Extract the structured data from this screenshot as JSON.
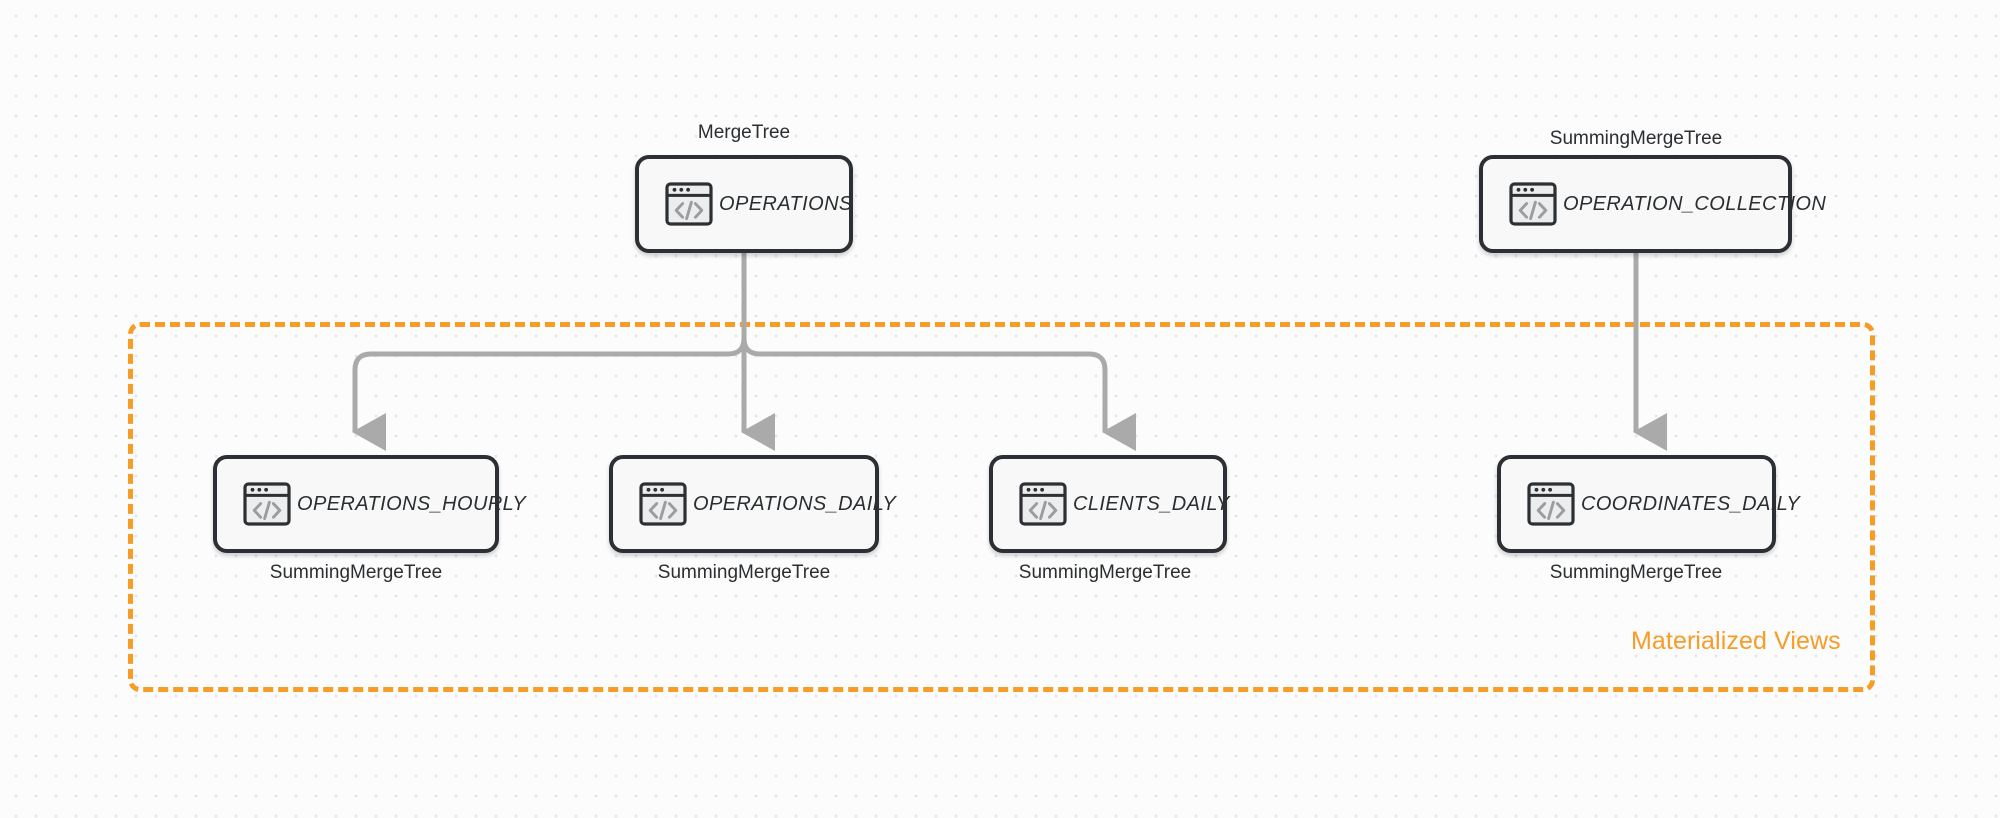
{
  "diagram": {
    "background_color": "#fcfcfc",
    "accent_color": "#f89c28",
    "node_border_color": "#2c2f33",
    "connector_color": "#aaaaaa",
    "group": {
      "label": "Materialized Views",
      "border_style": "dashed",
      "color": "#f89c28"
    },
    "nodes": [
      {
        "id": "operations",
        "title": "OPERATIONS",
        "engine": "MergeTree",
        "engine_position": "above",
        "icon": "code-window-icon"
      },
      {
        "id": "operation-collection",
        "title": "OPERATION_COLLECTION",
        "engine": "SummingMergeTree",
        "engine_position": "above",
        "icon": "code-window-icon"
      },
      {
        "id": "operations-hourly",
        "title": "OPERATIONS_HOURLY",
        "engine": "SummingMergeTree",
        "engine_position": "below",
        "icon": "code-window-icon"
      },
      {
        "id": "operations-daily",
        "title": "OPERATIONS_DAILY",
        "engine": "SummingMergeTree",
        "engine_position": "below",
        "icon": "code-window-icon"
      },
      {
        "id": "clients-daily",
        "title": "CLIENTS_DAILY",
        "engine": "SummingMergeTree",
        "engine_position": "below",
        "icon": "code-window-icon"
      },
      {
        "id": "coordinates-daily",
        "title": "COORDINATES_DAILY",
        "engine": "SummingMergeTree",
        "engine_position": "below",
        "icon": "code-window-icon"
      }
    ],
    "edges": [
      {
        "from": "operations",
        "to": "operations-hourly"
      },
      {
        "from": "operations",
        "to": "operations-daily"
      },
      {
        "from": "operations",
        "to": "clients-daily"
      },
      {
        "from": "operation-collection",
        "to": "coordinates-daily"
      }
    ]
  }
}
